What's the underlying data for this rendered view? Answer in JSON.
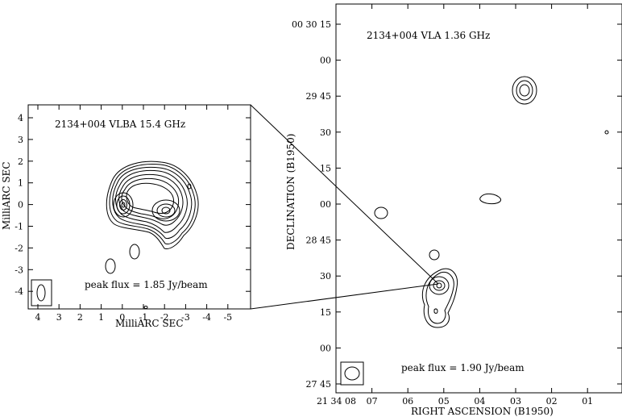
{
  "left_panel": {
    "title": "2134+004 VLBA 15.4 GHz",
    "peak_label": "peak flux =  1.85 Jy/beam",
    "x_axis_label": "MilliARC SEC",
    "y_axis_label": "MilliARC SEC",
    "x_ticks": [
      "4",
      "3",
      "2",
      "1",
      "0",
      "-1",
      "-2",
      "-3",
      "-4",
      "-5"
    ],
    "y_ticks": [
      "4",
      "3",
      "2",
      "1",
      "0",
      "-1",
      "-2",
      "-3",
      "-4"
    ]
  },
  "right_panel": {
    "title": "2134+004  VLA 1.36 GHz",
    "peak_label": "peak flux =  1.90 Jy/beam",
    "x_axis_label": "RIGHT ASCENSION (B1950)",
    "y_axis_label": "DECLINATION (B1950)",
    "x_ticks": [
      "21 34 08",
      "07",
      "06",
      "05",
      "04",
      "03",
      "02",
      "01"
    ],
    "y_ticks": [
      "00 30 15",
      "00",
      "29 45",
      "30",
      "15",
      "00",
      "28 45",
      "30",
      "15",
      "00",
      "27 45"
    ]
  }
}
